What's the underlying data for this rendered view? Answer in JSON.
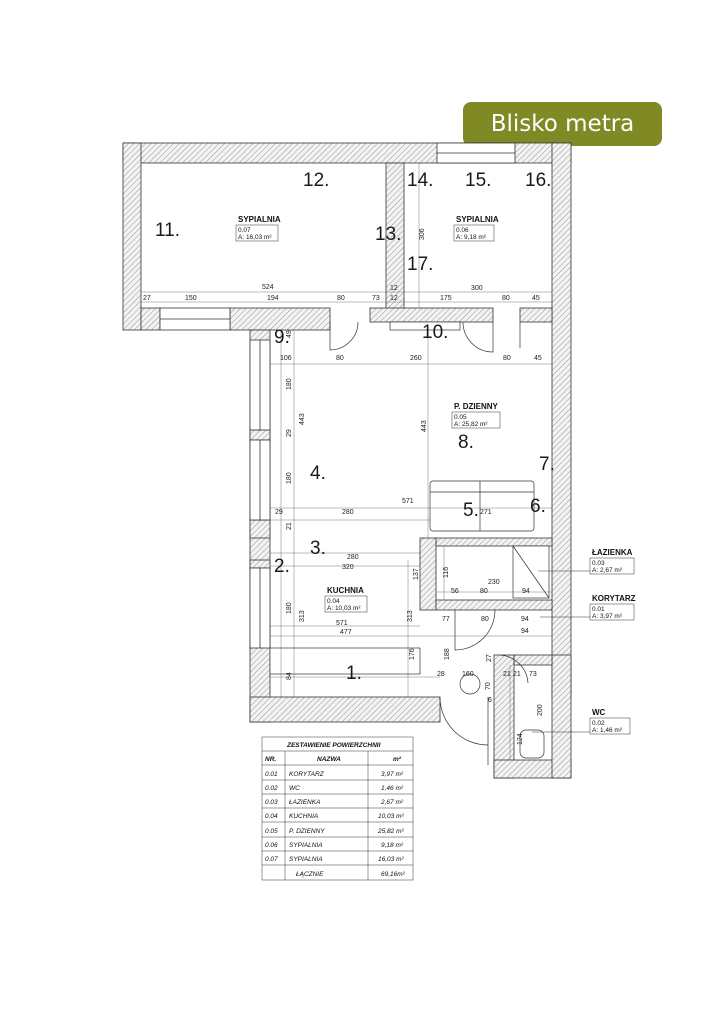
{
  "badge": {
    "label": "Blisko metra",
    "color": "#7f8a24"
  },
  "rooms": [
    {
      "id": "07",
      "name": "SYPIALNIA",
      "code": "0.07",
      "area": "A: 16,03 m²"
    },
    {
      "id": "06",
      "name": "SYPIALNIA",
      "code": "0.06",
      "area": "A: 9,18 m²"
    },
    {
      "id": "05",
      "name": "P. DZIENNY",
      "code": "0.05",
      "area": "A: 25,82 m²"
    },
    {
      "id": "04",
      "name": "KUCHNIA",
      "code": "0.04",
      "area": "A: 10,03 m²"
    },
    {
      "id": "03",
      "name": "ŁAZIENKA",
      "code": "0.03",
      "area": "A: 2,67 m²"
    },
    {
      "id": "01",
      "name": "KORYTARZ",
      "code": "0.01",
      "area": "A: 3,97 m²"
    },
    {
      "id": "02",
      "name": "WC",
      "code": "0.02",
      "area": "A: 1,46 m²"
    }
  ],
  "markers": [
    "1.",
    "2.",
    "3.",
    "4.",
    "5.",
    "6.",
    "7.",
    "8.",
    "9.",
    "10.",
    "11.",
    "12.",
    "13.",
    "14.",
    "15.",
    "16.",
    "17."
  ],
  "dims": {
    "d524": "524",
    "d27": "27",
    "d150": "150",
    "d194": "194",
    "d80a": "80",
    "d73": "73",
    "d12a": "12",
    "d12b": "12",
    "d175": "175",
    "d80b": "80",
    "d45a": "45",
    "d300": "300",
    "d306": "306",
    "d106": "106",
    "d80c": "80",
    "d260": "260",
    "d80d": "80",
    "d45b": "45",
    "d49": "49",
    "d180a": "180",
    "d443a": "443",
    "d29a": "29",
    "d180b": "180",
    "d443b": "443",
    "d571a": "571",
    "d29b": "29",
    "d280a": "280",
    "d271": "271",
    "d21a": "21",
    "d280b": "280",
    "d320": "320",
    "d137": "137",
    "d116": "116",
    "d230": "230",
    "d56": "56",
    "d80e": "80",
    "d94a": "94",
    "d180c": "180",
    "d313a": "313",
    "d313b": "313",
    "d571b": "571",
    "d477": "477",
    "d77": "77",
    "d80f": "80",
    "d94b": "94",
    "d94c": "94",
    "d84": "84",
    "d176": "176",
    "d188": "188",
    "d28": "28",
    "d160": "160",
    "d27b": "27",
    "d70": "70",
    "d21b": "21",
    "d21c": "21",
    "d73b": "73",
    "d200": "200",
    "d124": "124",
    "d6": "6"
  },
  "table": {
    "title": "ZESTAWIENIE POWIERZCHNII",
    "headers": [
      "NR.",
      "NAZWA",
      "m²"
    ],
    "rows": [
      [
        "0.01",
        "KORYTARZ",
        "3,97 m²"
      ],
      [
        "0.02",
        "WC",
        "1,46 m²"
      ],
      [
        "0.03",
        "ŁAZIENKA",
        "2,67 m²"
      ],
      [
        "0.04",
        "KUCHNIA",
        "10,03 m²"
      ],
      [
        "0.05",
        "P. DZIENNY",
        "25,82 m²"
      ],
      [
        "0.06",
        "SYPIALNIA",
        "9,18 m²"
      ],
      [
        "0.07",
        "SYPIALNIA",
        "16,03 m²"
      ]
    ],
    "total_label": "ŁĄCZNIE",
    "total_value": "69,16m²"
  }
}
